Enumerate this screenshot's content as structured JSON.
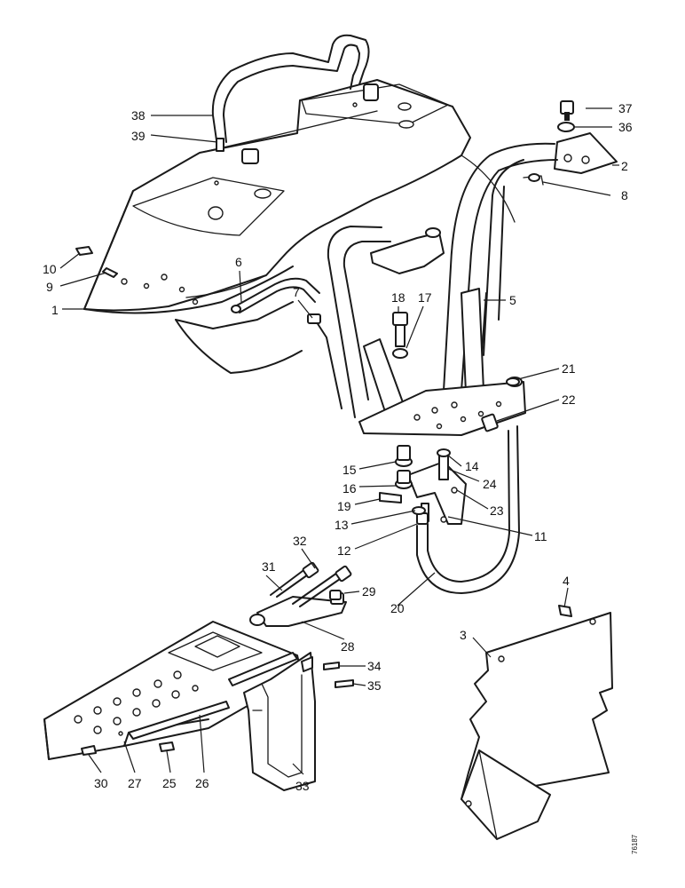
{
  "callouts": [
    {
      "label": "38"
    },
    {
      "label": "39"
    },
    {
      "label": "37"
    },
    {
      "label": "36"
    },
    {
      "label": "2"
    },
    {
      "label": "8"
    },
    {
      "label": "10"
    },
    {
      "label": "9"
    },
    {
      "label": "1"
    },
    {
      "label": "6"
    },
    {
      "label": "7"
    },
    {
      "label": "18"
    },
    {
      "label": "17"
    },
    {
      "label": "5"
    },
    {
      "label": "21"
    },
    {
      "label": "22"
    },
    {
      "label": "15"
    },
    {
      "label": "14"
    },
    {
      "label": "16"
    },
    {
      "label": "24"
    },
    {
      "label": "19"
    },
    {
      "label": "23"
    },
    {
      "label": "13"
    },
    {
      "label": "11"
    },
    {
      "label": "12"
    },
    {
      "label": "31"
    },
    {
      "label": "32"
    },
    {
      "label": "29"
    },
    {
      "label": "20"
    },
    {
      "label": "4"
    },
    {
      "label": "3"
    },
    {
      "label": "28"
    },
    {
      "label": "34"
    },
    {
      "label": "35"
    },
    {
      "label": "30"
    },
    {
      "label": "27"
    },
    {
      "label": "25"
    },
    {
      "label": "26"
    },
    {
      "label": "33"
    }
  ],
  "drawing_ref": "76187"
}
